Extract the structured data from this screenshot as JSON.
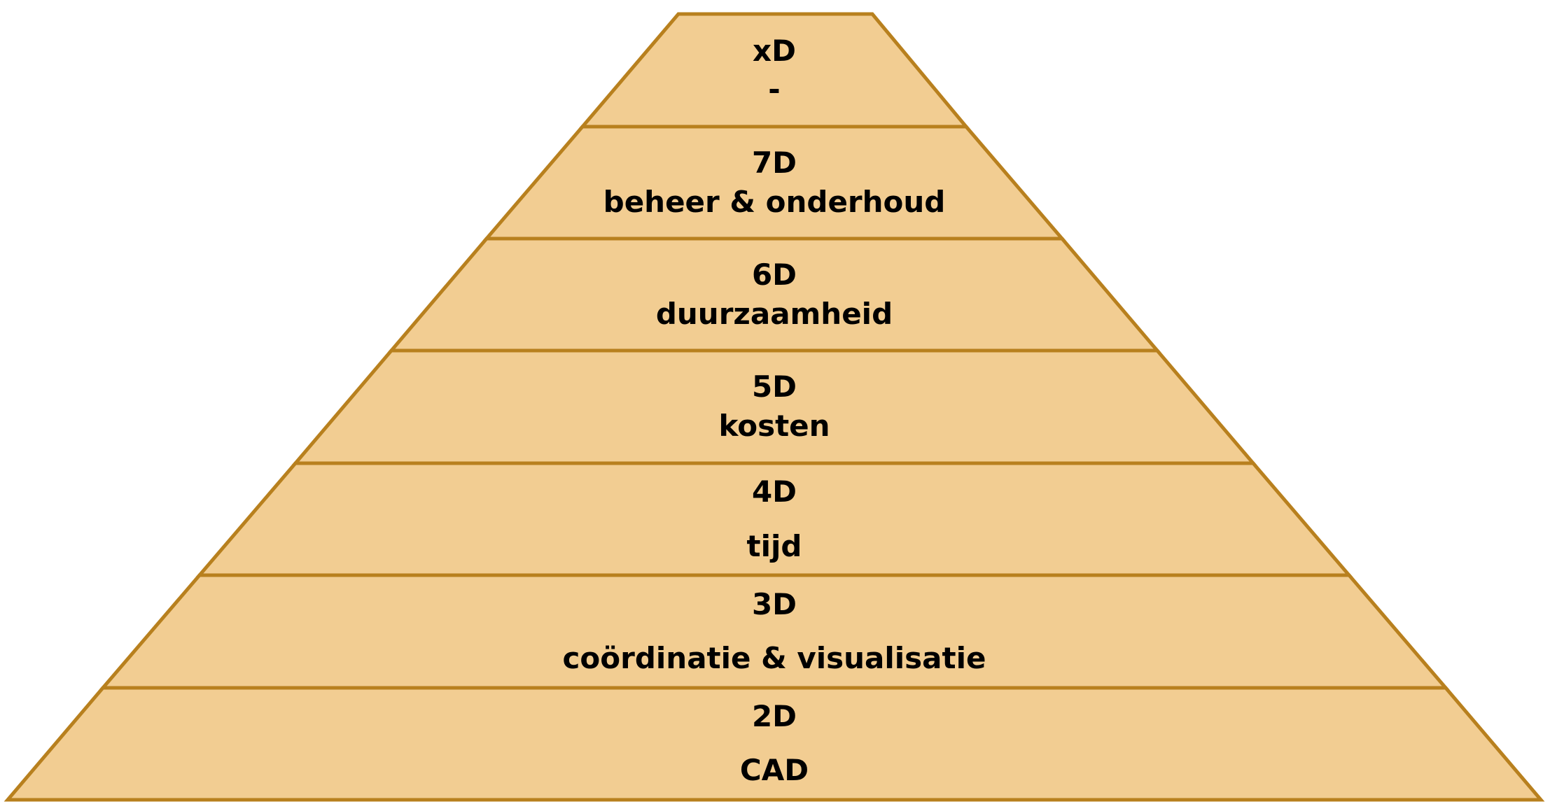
{
  "colors": {
    "fill": "#f2cd92",
    "stroke": "#b8801e",
    "text": "#000000"
  },
  "pyramid": {
    "levels": [
      {
        "dimension": "xD",
        "description": "-"
      },
      {
        "dimension": "7D",
        "description": "beheer & onderhoud"
      },
      {
        "dimension": "6D",
        "description": "duurzaamheid"
      },
      {
        "dimension": "5D",
        "description": "kosten"
      },
      {
        "dimension": "4D",
        "description": "tijd"
      },
      {
        "dimension": "3D",
        "description": "coördinatie & visualisatie"
      },
      {
        "dimension": "2D",
        "description": "CAD"
      }
    ]
  }
}
